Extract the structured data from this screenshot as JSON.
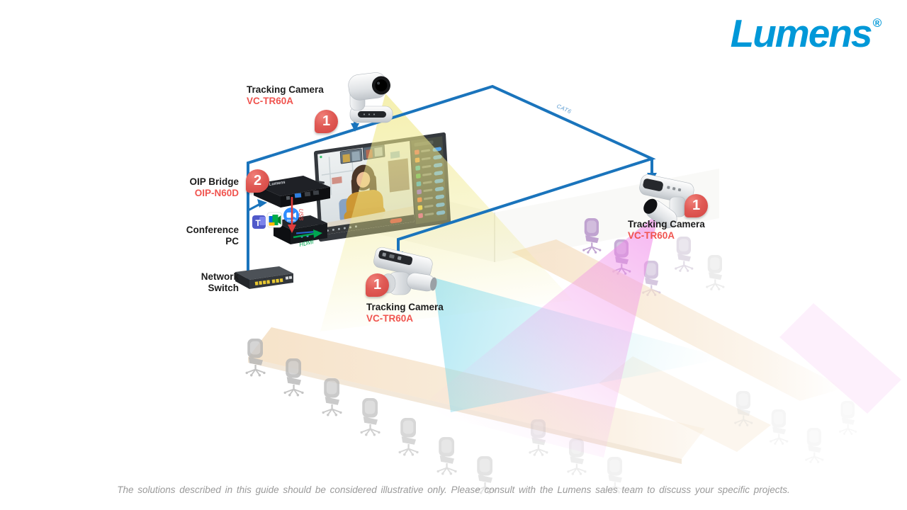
{
  "logo": {
    "text": "Lumens",
    "registered": "®"
  },
  "footer": {
    "disclaimer": "The solutions described in this guide should be considered illustrative only. Please consult with the Lumens sales team to discuss your specific projects."
  },
  "devices": {
    "camera_top": {
      "label": "Tracking Camera",
      "model": "VC-TR60A",
      "badge": "1"
    },
    "camera_right": {
      "label": "Tracking Camera",
      "model": "VC-TR60A",
      "badge": "1"
    },
    "camera_center": {
      "label": "Tracking Camera",
      "model": "VC-TR60A",
      "badge": "1"
    },
    "oip_bridge": {
      "label": "OIP Bridge",
      "model": "OIP-N60D",
      "badge": "2",
      "brand": "Lumens"
    },
    "conference_pc": {
      "label_line1": "Conference",
      "label_line2": "PC"
    },
    "network_switch": {
      "label_line1": "Network",
      "label_line2": "Switch"
    }
  },
  "cables": {
    "cat6": "CAT6",
    "usb": "USB",
    "hdmi": "HDMI"
  },
  "pc_apps": [
    "teams-icon",
    "meet-icon",
    "zoom-icon"
  ],
  "colors": {
    "brand_blue": "#0098d8",
    "line_blue": "#1a74bc",
    "badge_red": "#dd4a48",
    "model_red": "#f0544f",
    "usb_red": "#e03c3c",
    "hdmi_green": "#00a651",
    "cone_yellow": "#f0e98c",
    "cone_cyan": "#78d7eb",
    "cone_pink": "#ee78e6",
    "table_tan": "#f7e6ce"
  }
}
